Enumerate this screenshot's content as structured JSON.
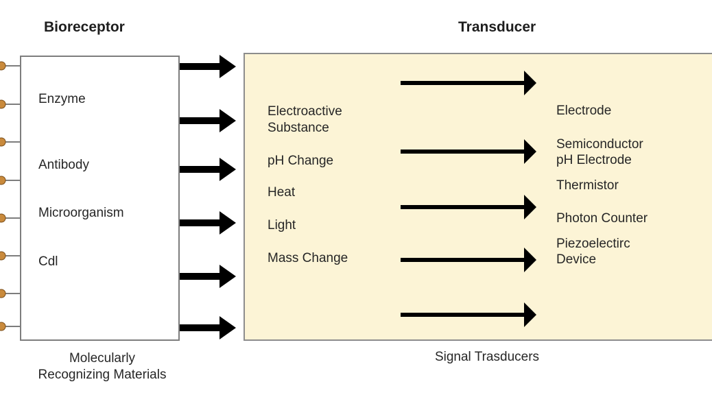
{
  "bioreceptor": {
    "title": "Bioreceptor",
    "items": [
      "Enzyme",
      "Antibody",
      "Microorganism",
      "Cdl"
    ],
    "caption_line1": "Molecularly",
    "caption_line2": "Recognizing Materials"
  },
  "transducer": {
    "title": "Transducer",
    "inputs": [
      {
        "line1": "Electroactive",
        "line2": "Substance"
      },
      {
        "line1": "pH Change"
      },
      {
        "line1": "Heat"
      },
      {
        "line1": "Light"
      },
      {
        "line1": "Mass Change"
      }
    ],
    "outputs": [
      {
        "line1": "Electrode"
      },
      {
        "line1": "Semiconductor",
        "line2": "pH Electrode"
      },
      {
        "line1": "Thermistor"
      },
      {
        "line1": "Photon Counter"
      },
      {
        "line1": "Piezoelectirc",
        "line2": "Device"
      }
    ],
    "caption": "Signal Trasducers"
  },
  "colors": {
    "transducer_fill": "#fcf4d6",
    "box_border": "#7d7d7d",
    "arrow": "#000000",
    "receptor_dot": "#c98a3c"
  },
  "icons": {
    "receptor": "receptor-dot-icon",
    "arrow": "right-arrow-icon"
  }
}
